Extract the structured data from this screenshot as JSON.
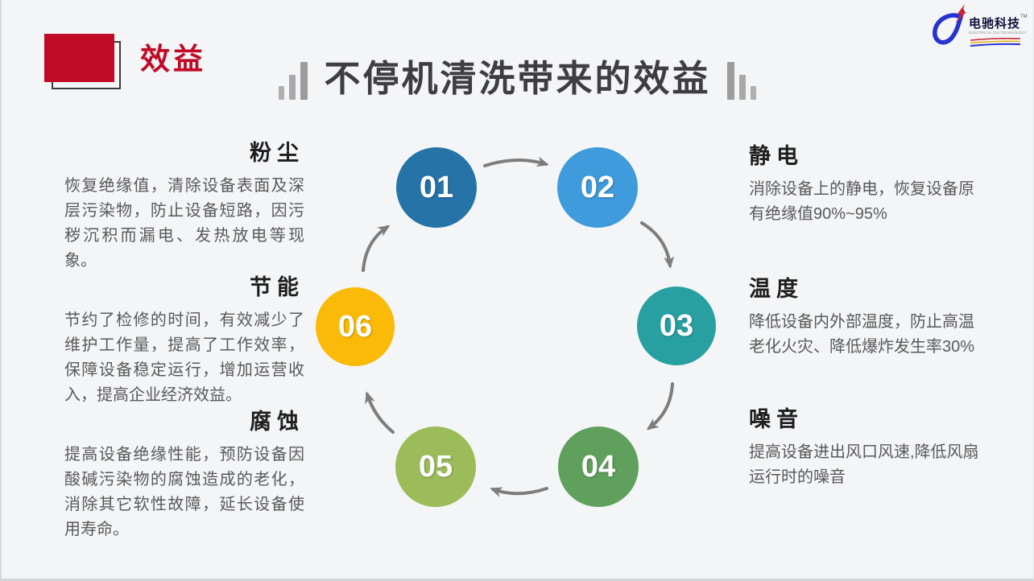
{
  "header": {
    "section_label": "效益",
    "title": "不停机清洗带来的效益"
  },
  "logo": {
    "brand": "电驰科技",
    "trademark": "TM",
    "tagline": "ELECTRICAL CHI TECHNOLOGY"
  },
  "colors": {
    "background": "#F4F5F7",
    "accent_red": "#C00A26",
    "main_title_text": "#3E3E40",
    "heading_text": "#1E1E1E",
    "body_text": "#595959",
    "arrow_gray": "#7D7D7D"
  },
  "cycle": {
    "steps": [
      {
        "number": "01",
        "color": "#2673A8"
      },
      {
        "number": "02",
        "color": "#3F9BDB"
      },
      {
        "number": "03",
        "color": "#28A0A2"
      },
      {
        "number": "04",
        "color": "#5FA05C"
      },
      {
        "number": "05",
        "color": "#9CBC5A"
      },
      {
        "number": "06",
        "color": "#FBBA07"
      }
    ]
  },
  "left_blocks": [
    {
      "title": "粉尘",
      "body": "恢复绝缘值，清除设备表面及深层污染物，防止设备短路，因污秽沉积而漏电、发热放电等现象。"
    },
    {
      "title": "节能",
      "body": "节约了检修的时间，有效减少了维护工作量，提高了工作效率，保障设备稳定运行，增加运营收入，提高企业经济效益。"
    },
    {
      "title": "腐蚀",
      "body": "提高设备绝缘性能，预防设备因酸碱污染物的腐蚀造成的老化，消除其它软性故障，延长设备使用寿命。"
    }
  ],
  "right_blocks": [
    {
      "title": "静电",
      "body": "消除设备上的静电，恢复设备原有绝缘值90%~95%"
    },
    {
      "title": "温度",
      "body": "降低设备内外部温度，防止高温老化火灾、降低爆炸发生率30%"
    },
    {
      "title": "噪音",
      "body": "提高设备进出风口风速,降低风扇运行时的噪音"
    }
  ]
}
